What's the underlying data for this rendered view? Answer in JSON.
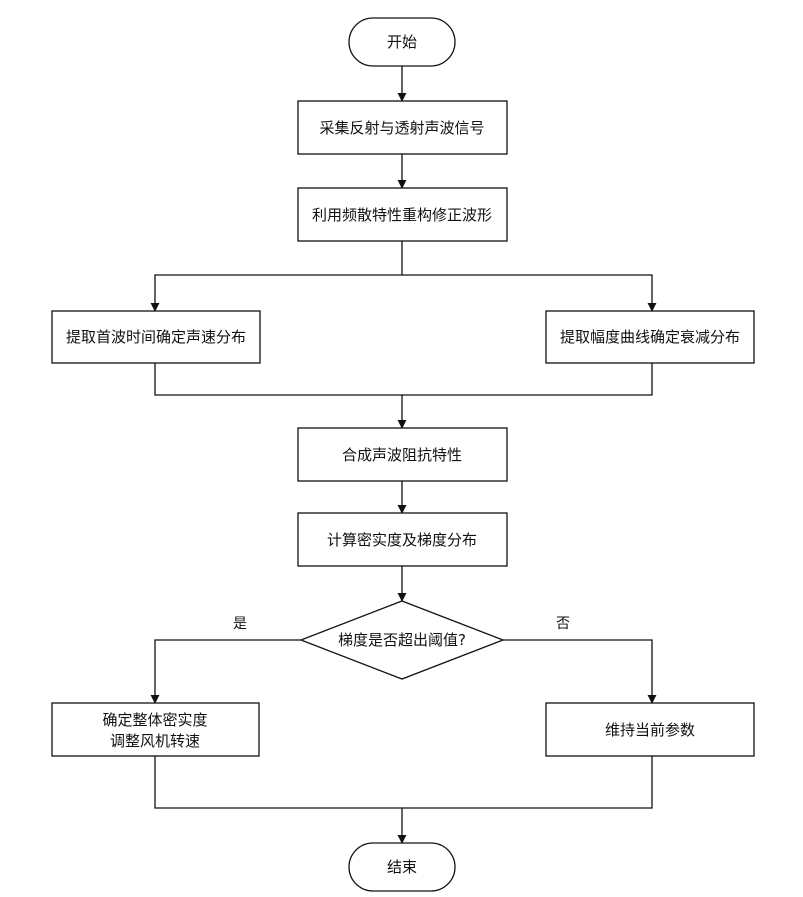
{
  "nodes": {
    "start": "开始",
    "collect": "采集反射与透射声波信号",
    "reconstruct": "利用频散特性重构修正波形",
    "first_arrival": "提取首波时间确定声速分布",
    "amplitude": "提取幅度曲线确定衰减分布",
    "synthesize": "合成声波阻抗特性",
    "compute": "计算密实度及梯度分布",
    "decision": "梯度是否超出阈值?",
    "yes_action_line1": "确定整体密实度",
    "yes_action_line2": "调整风机转速",
    "no_action": "维持当前参数",
    "end": "结束"
  },
  "edges": {
    "yes": "是",
    "no": "否"
  }
}
